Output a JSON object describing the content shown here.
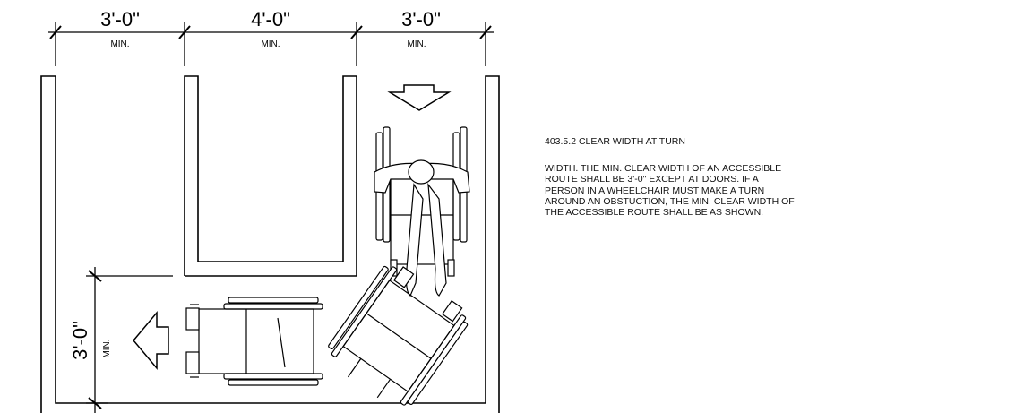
{
  "dimensions": {
    "left_width": "3'-0\"",
    "middle_width": "4'-0\"",
    "right_width": "3'-0\"",
    "turn_width": "3'-0\"",
    "min_label": "MIN."
  },
  "note": {
    "title": "403.5.2 CLEAR WIDTH AT TURN",
    "body": "WIDTH. THE MIN. CLEAR WIDTH OF AN ACCESSIBLE ROUTE SHALL BE 3'-0\" EXCEPT AT DOORS. IF A PERSON IN A WHEELCHAIR MUST MAKE A TURN AROUND AN OBSTUCTION, THE MIN. CLEAR WIDTH OF THE ACCESSIBLE ROUTE SHALL BE AS SHOWN."
  }
}
